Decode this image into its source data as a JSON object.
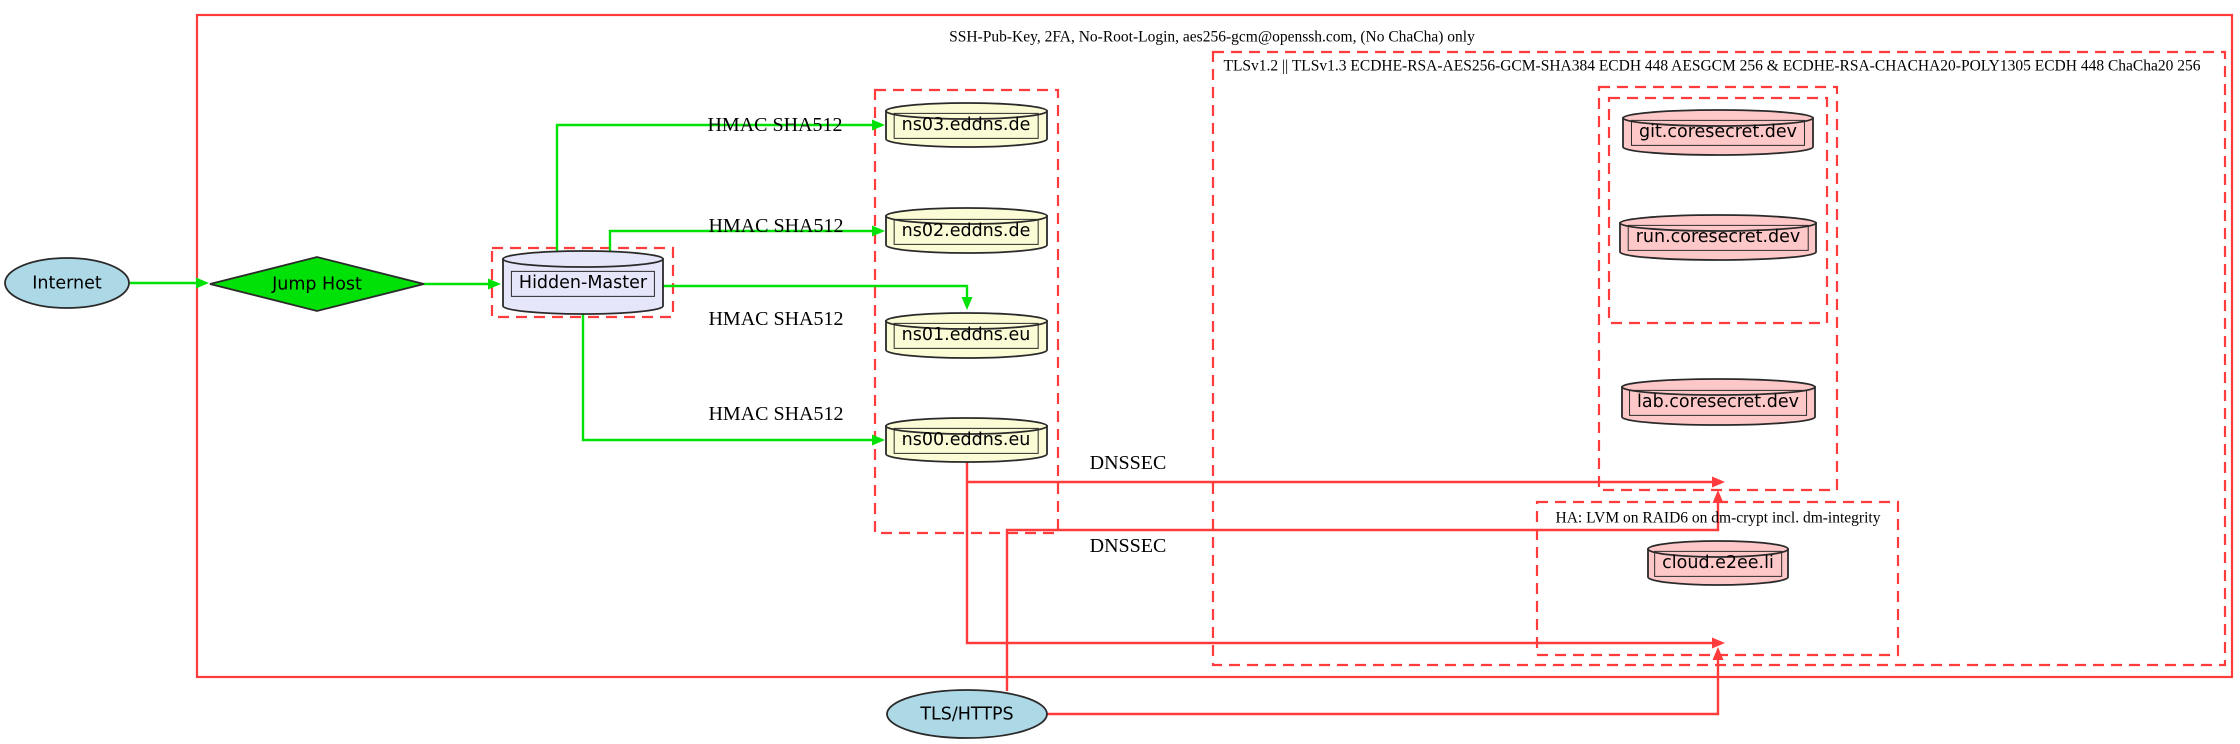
{
  "diagram": {
    "clusters": {
      "ssh": {
        "label": "SSH-Pub-Key, 2FA, No-Root-Login, aes256-gcm@openssh.com, (No ChaCha) only"
      },
      "tls": {
        "label": "TLSv1.2 || TLSv1.3 ECDHE-RSA-AES256-GCM-SHA384 ECDH 448 AESGCM 256 & ECDHE-RSA-CHACHA20-POLY1305 ECDH 448 ChaCha20 256"
      },
      "ha": {
        "label": "HA: LVM on RAID6 on dm-crypt incl. dm-integrity"
      }
    },
    "nodes": {
      "internet": "Internet",
      "jump_host": "Jump Host",
      "hidden_master": "Hidden-Master",
      "ns03": "ns03.eddns.de",
      "ns02": "ns02.eddns.de",
      "ns01": "ns01.eddns.eu",
      "ns00": "ns00.eddns.eu",
      "git": "git.coresecret.dev",
      "run": "run.coresecret.dev",
      "lab": "lab.coresecret.dev",
      "cloud": "cloud.e2ee.li",
      "tls_https": "TLS/HTTPS"
    },
    "edge_labels": {
      "hmac_ns03": "HMAC SHA512",
      "hmac_ns02": "HMAC SHA512",
      "hmac_ns01": "HMAC SHA512",
      "hmac_ns00": "HMAC SHA512",
      "dnssec_1": "DNSSEC",
      "dnssec_2": "DNSSEC"
    },
    "colors": {
      "cluster_red": "#ff3b3b",
      "edge_green": "#00e108",
      "node_blue": "#add8e6",
      "node_green": "#00e108",
      "node_lavender": "#e6e6fa",
      "node_yellow": "#fbfbd5",
      "node_pink": "#ffc8c8",
      "outline": "#2a2a2a"
    }
  }
}
